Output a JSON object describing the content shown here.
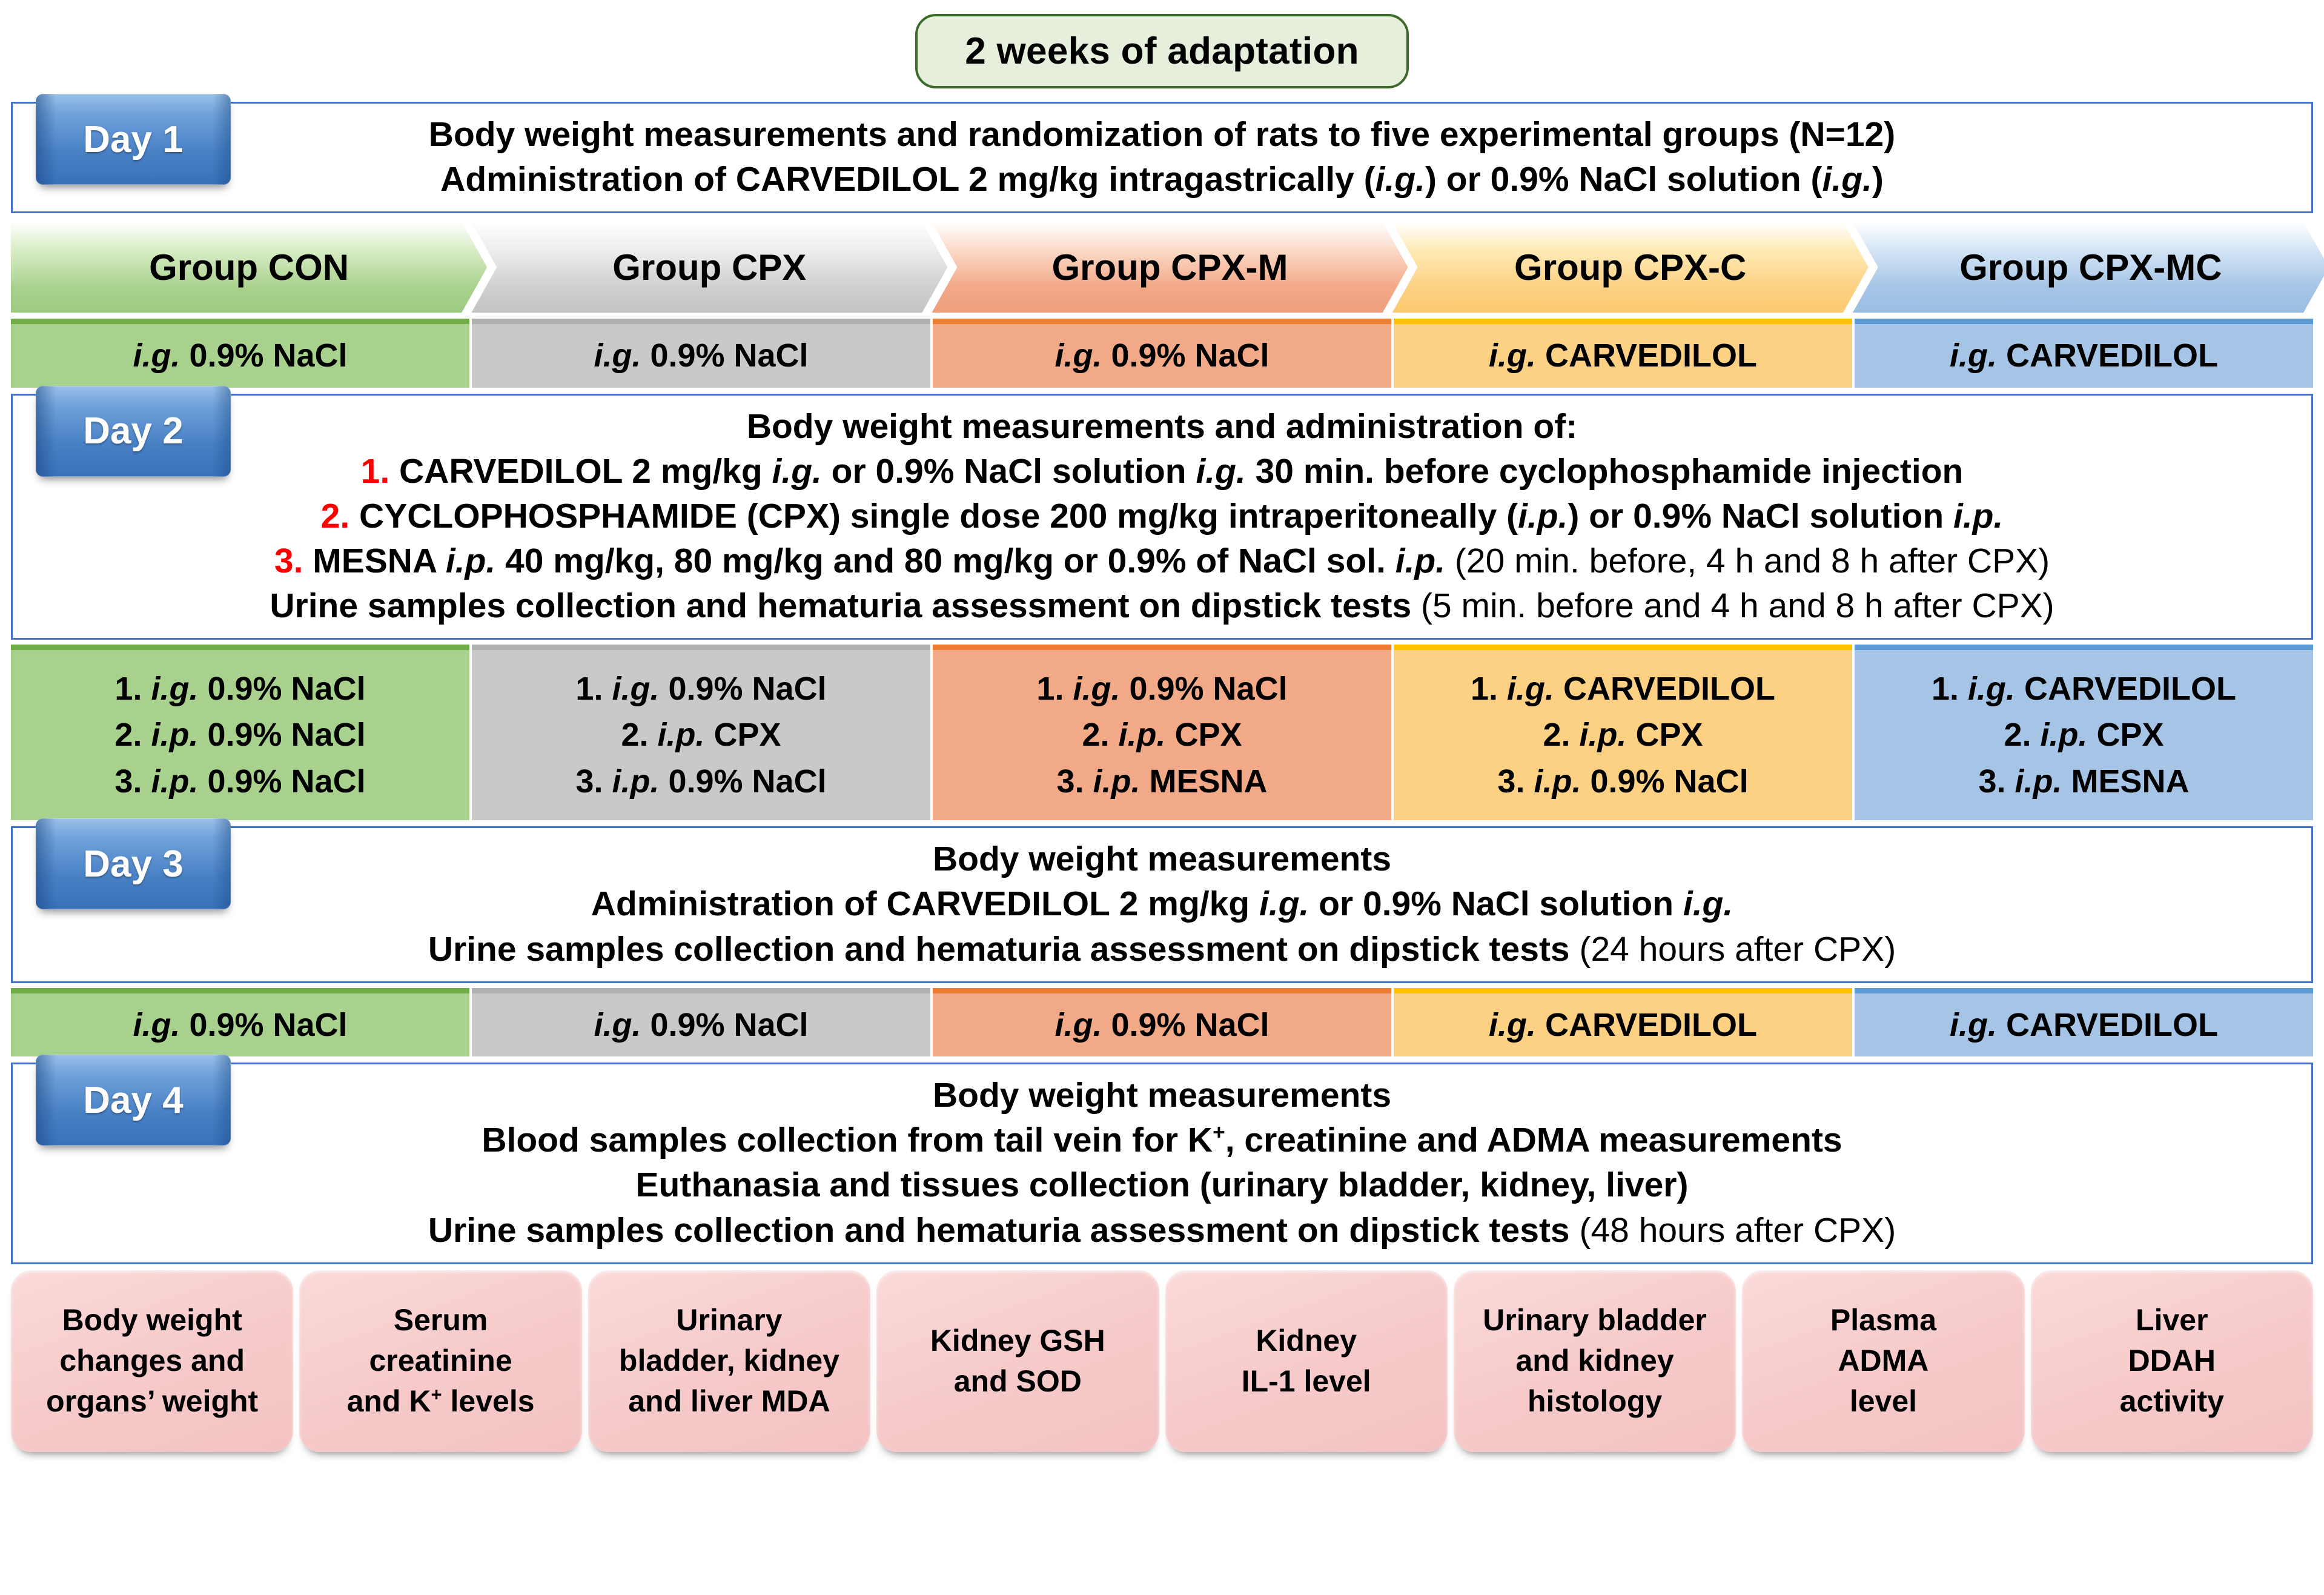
{
  "adaptation": {
    "label": "2 weeks of adaptation"
  },
  "groups": [
    {
      "key": "con",
      "name": "Group CON"
    },
    {
      "key": "cpx",
      "name": "Group CPX"
    },
    {
      "key": "cpxm",
      "name": "Group CPX-M"
    },
    {
      "key": "cpxc",
      "name": "Group CPX-C"
    },
    {
      "key": "cpxmc",
      "name": "Group CPX-MC"
    }
  ],
  "days": {
    "day1": {
      "badge": "Day 1",
      "line1": "Body weight measurements and randomization of rats to five experimental groups (N=12)",
      "line2_a": "Administration of CARVEDILOL 2 mg/kg intragastrically (",
      "line2_ig": "i.g.",
      "line2_b": ") or 0.9% NaCl solution (",
      "line2_ig2": "i.g.",
      "line2_c": ")"
    },
    "day2": {
      "badge": "Day 2",
      "header": "Body weight measurements and administration of:",
      "item1_num": "1.",
      "item1_a": " CARVEDILOL 2 mg/kg ",
      "item1_i1": "i.g.",
      "item1_b": " or 0.9% NaCl solution ",
      "item1_i2": "i.g.",
      "item1_c": " 30 min. before cyclophosphamide injection",
      "item2_num": "2.",
      "item2_a": " CYCLOPHOSPHAMIDE (CPX) single dose 200 mg/kg intraperitoneally (",
      "item2_i1": "i.p.",
      "item2_b": ") or 0.9% NaCl solution ",
      "item2_i2": "i.p.",
      "item3_num": "3.",
      "item3_a": " MESNA ",
      "item3_i1": "i.p.",
      "item3_b": " 40 mg/kg, 80 mg/kg and 80 mg/kg or 0.9% of NaCl sol. ",
      "item3_i2": "i.p.",
      "item3_c": " (20 min. before, 4 h and 8 h after CPX)",
      "urine_a": "Urine samples collection and hematuria assessment on dipstick tests ",
      "urine_b": "(5 min. before and 4 h and 8 h after CPX)"
    },
    "day3": {
      "badge": "Day 3",
      "line1": "Body weight measurements",
      "line2_a": "Administration of CARVEDILOL 2 mg/kg ",
      "line2_i1": "i.g.",
      "line2_b": " or 0.9% NaCl solution ",
      "line2_i2": "i.g.",
      "line3_a": "Urine samples collection and hematuria assessment on dipstick tests ",
      "line3_b": "(24 hours after CPX)"
    },
    "day4": {
      "badge": "Day 4",
      "line1": "Body weight measurements",
      "line2_a": "Blood samples collection from tail vein for K",
      "line2_sup": "+",
      "line2_b": ", creatinine and ADMA measurements",
      "line3": "Euthanasia and tissues collection (urinary bladder, kidney, liver)",
      "line4_a": "Urine samples collection and hematuria assessment on dipstick tests ",
      "line4_b": "(48 hours after CPX)"
    }
  },
  "treatments_day1": [
    {
      "pre": "",
      "i": "i.g.",
      "post": " 0.9% NaCl"
    },
    {
      "pre": "",
      "i": "i.g.",
      "post": " 0.9% NaCl"
    },
    {
      "pre": "",
      "i": "i.g.",
      "post": " 0.9% NaCl"
    },
    {
      "pre": "",
      "i": "i.g.",
      "post": " CARVEDILOL"
    },
    {
      "pre": "",
      "i": "i.g.",
      "post": " CARVEDILOL"
    }
  ],
  "treatments_day2": [
    {
      "lines": [
        {
          "pre": "1. ",
          "i": "i.g.",
          "post": " 0.9% NaCl"
        },
        {
          "pre": "2. ",
          "i": "i.p.",
          "post": " 0.9% NaCl"
        },
        {
          "pre": "3. ",
          "i": "i.p.",
          "post": " 0.9% NaCl"
        }
      ]
    },
    {
      "lines": [
        {
          "pre": "1. ",
          "i": "i.g.",
          "post": " 0.9% NaCl"
        },
        {
          "pre": "2. ",
          "i": "i.p.",
          "post": " CPX"
        },
        {
          "pre": "3. ",
          "i": "i.p.",
          "post": " 0.9% NaCl"
        }
      ]
    },
    {
      "lines": [
        {
          "pre": "1. ",
          "i": "i.g.",
          "post": " 0.9% NaCl"
        },
        {
          "pre": "2. ",
          "i": "i.p.",
          "post": " CPX"
        },
        {
          "pre": "3. ",
          "i": "i.p.",
          "post": " MESNA"
        }
      ]
    },
    {
      "lines": [
        {
          "pre": "1. ",
          "i": "i.g.",
          "post": " CARVEDILOL"
        },
        {
          "pre": "2. ",
          "i": "i.p.",
          "post": " CPX"
        },
        {
          "pre": "3. ",
          "i": "i.p.",
          "post": " 0.9% NaCl"
        }
      ]
    },
    {
      "lines": [
        {
          "pre": "1. ",
          "i": "i.g.",
          "post": " CARVEDILOL"
        },
        {
          "pre": "2. ",
          "i": "i.p.",
          "post": " CPX"
        },
        {
          "pre": "3. ",
          "i": "i.p.",
          "post": " MESNA"
        }
      ]
    }
  ],
  "treatments_day3": [
    {
      "pre": "",
      "i": "i.g.",
      "post": " 0.9% NaCl"
    },
    {
      "pre": "",
      "i": "i.g.",
      "post": " 0.9% NaCl"
    },
    {
      "pre": "",
      "i": "i.g.",
      "post": " 0.9% NaCl"
    },
    {
      "pre": "",
      "i": "i.g.",
      "post": " CARVEDILOL"
    },
    {
      "pre": "",
      "i": "i.g.",
      "post": " CARVEDILOL"
    }
  ],
  "outcomes": [
    {
      "lines": [
        "Body weight",
        "changes and",
        "organs’ weight"
      ]
    },
    {
      "lines": [
        "Serum",
        "creatinine",
        "and K+ levels"
      ],
      "sup": true
    },
    {
      "lines": [
        "Urinary",
        "bladder, kidney",
        "and liver MDA"
      ]
    },
    {
      "lines": [
        "Kidney GSH",
        "and SOD"
      ]
    },
    {
      "lines": [
        "Kidney",
        "IL-1 level"
      ]
    },
    {
      "lines": [
        "Urinary bladder",
        "and kidney",
        "histology"
      ]
    },
    {
      "lines": [
        "Plasma",
        "ADMA",
        "level"
      ]
    },
    {
      "lines": [
        "Liver",
        "DDAH",
        "activity"
      ]
    }
  ],
  "colors": {
    "con": "#a9d18e",
    "cpx": "#c9c9c9",
    "cpxm": "#f2a988",
    "cpxc": "#fcd184",
    "cpxmc": "#a6c5e6",
    "day_badge": "#4a82c6",
    "panel_border": "#4472c4",
    "adapt_fill": "#e5efdc",
    "adapt_border": "#3a6b29",
    "outcome_fill": "#f7cccc",
    "number_red": "#ff0000"
  }
}
